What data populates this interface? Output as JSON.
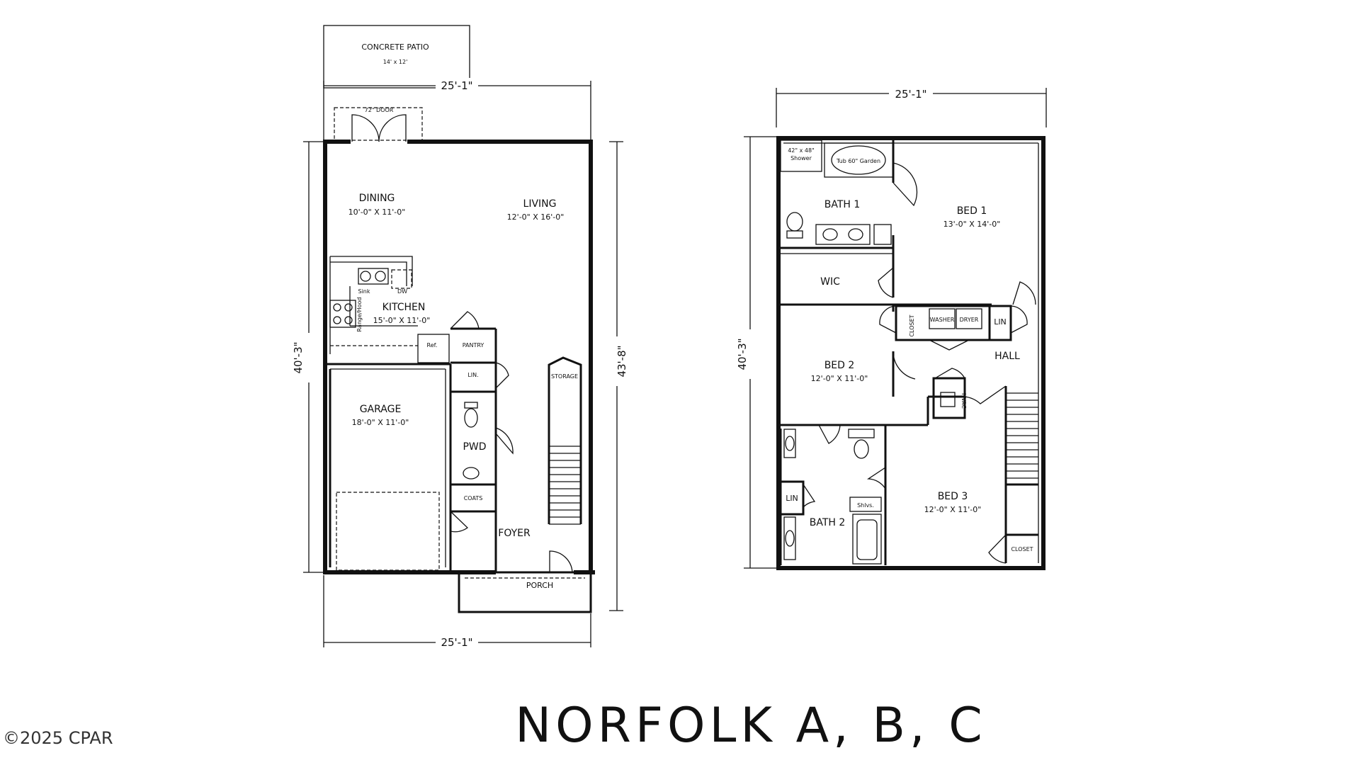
{
  "title": "NORFOLK A, B, C",
  "copyright": "©2025 CPAR",
  "first_floor": {
    "dims": {
      "top": "25'-1\"",
      "bottom": "25'-1\"",
      "left": "40'-3\"",
      "right": "43'-8\""
    },
    "patio": {
      "name": "CONCRETE PATIO",
      "size": "14' x 12'"
    },
    "rooms": {
      "dining": {
        "name": "DINING",
        "size": "10'-0\" X 11'-0\""
      },
      "living": {
        "name": "LIVING",
        "size": "12'-0\" X 16'-0\""
      },
      "kitchen": {
        "name": "KITCHEN",
        "size": "15'-0\" X 11'-0\""
      },
      "garage": {
        "name": "GARAGE",
        "size": "18'-0\" X 11'-0\""
      },
      "pantry": "PANTRY",
      "lin": "LIN.",
      "storage": "STORAGE",
      "pwd": "PWD",
      "coats": "COATS",
      "foyer": "FOYER",
      "porch": "PORCH",
      "sink": "Sink",
      "dw": "DW",
      "ref": "Ref.",
      "range": "Range/Hood"
    }
  },
  "second_floor": {
    "dims": {
      "top": "25'-1\"",
      "left": "40'-3\""
    },
    "rooms": {
      "shower": "42\" x 48\" Shower",
      "tub": "Tub 60\" Garden",
      "bath1": "BATH 1",
      "bed1": {
        "name": "BED 1",
        "size": "13'-0\" X 14'-0\""
      },
      "wic": "WIC",
      "closet_mid": "CLOSET",
      "washer": "WASHER",
      "dryer": "DRYER",
      "lin_upper": "LIN",
      "hall": "HALL",
      "bed2": {
        "name": "BED 2",
        "size": "12'-0\" X 11'-0\""
      },
      "hvac": "HVAC",
      "lin_lower": "LIN",
      "shlvs": "Shlvs.",
      "bath2": "BATH 2",
      "bed3": {
        "name": "BED 3",
        "size": "12'-0\" X 11'-0\""
      },
      "closet_bed3": "CLOSET"
    }
  }
}
